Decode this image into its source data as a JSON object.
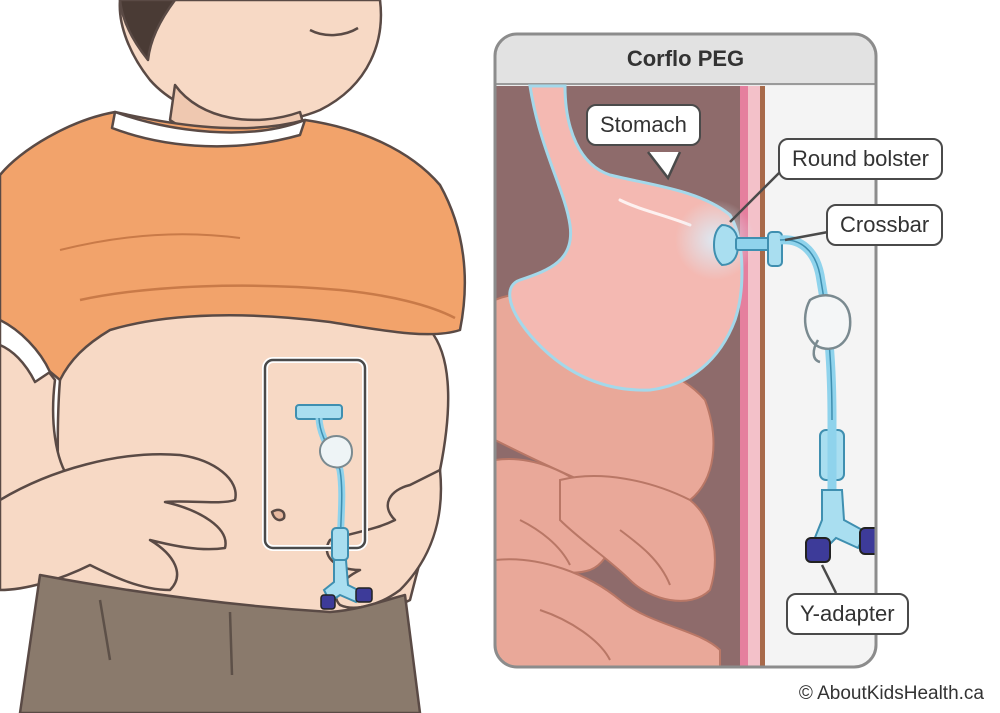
{
  "panel": {
    "title": "Corflo PEG"
  },
  "labels": {
    "stomach": "Stomach",
    "round_bolster": "Round bolster",
    "crossbar": "Crossbar",
    "y_adapter": "Y-adapter"
  },
  "credit": "© AboutKidsHealth.ca",
  "colors": {
    "skin": "#f7d9c5",
    "skin_shadow": "#e8b9a0",
    "shirt": "#f2a36b",
    "shirt_shadow": "#dd8a52",
    "pants": "#8a7a6c",
    "stomach": "#f4b9b2",
    "intestine": "#e9a899",
    "tube": "#8fd3ec",
    "y_adapter_cap": "#3d3b99",
    "panel_border": "#8c8c8c"
  }
}
